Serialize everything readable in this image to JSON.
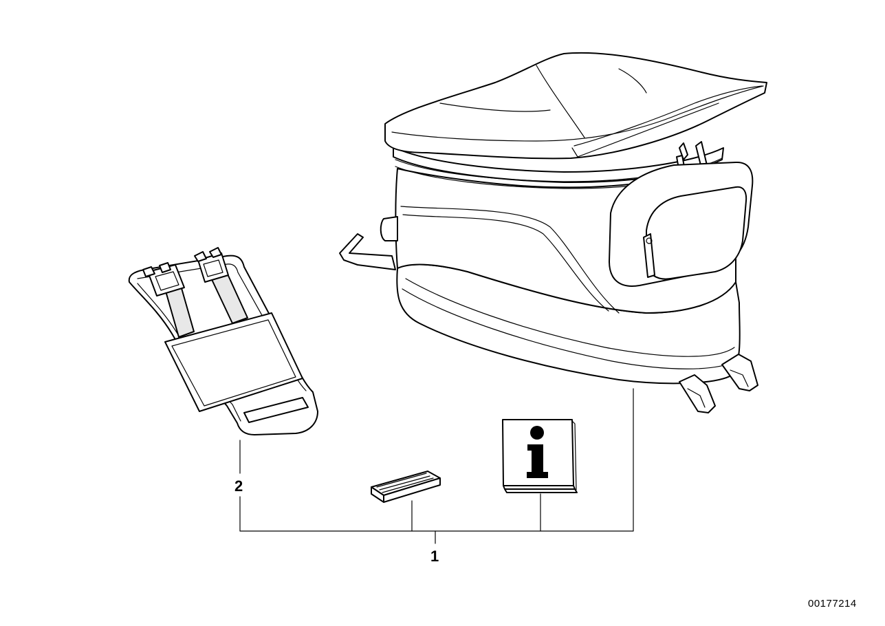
{
  "diagram": {
    "callouts": [
      {
        "number": "1"
      },
      {
        "number": "2"
      }
    ],
    "diagram_id": "00177214",
    "parts": [
      {
        "name": "tank-bag",
        "icon": "tank-bag-illustration"
      },
      {
        "name": "mounting-plate",
        "icon": "mounting-plate-illustration"
      },
      {
        "name": "rating-label",
        "icon": "label-strip-illustration"
      },
      {
        "name": "information-booklet",
        "icon": "info-booklet-icon",
        "glyph": "i"
      }
    ]
  }
}
